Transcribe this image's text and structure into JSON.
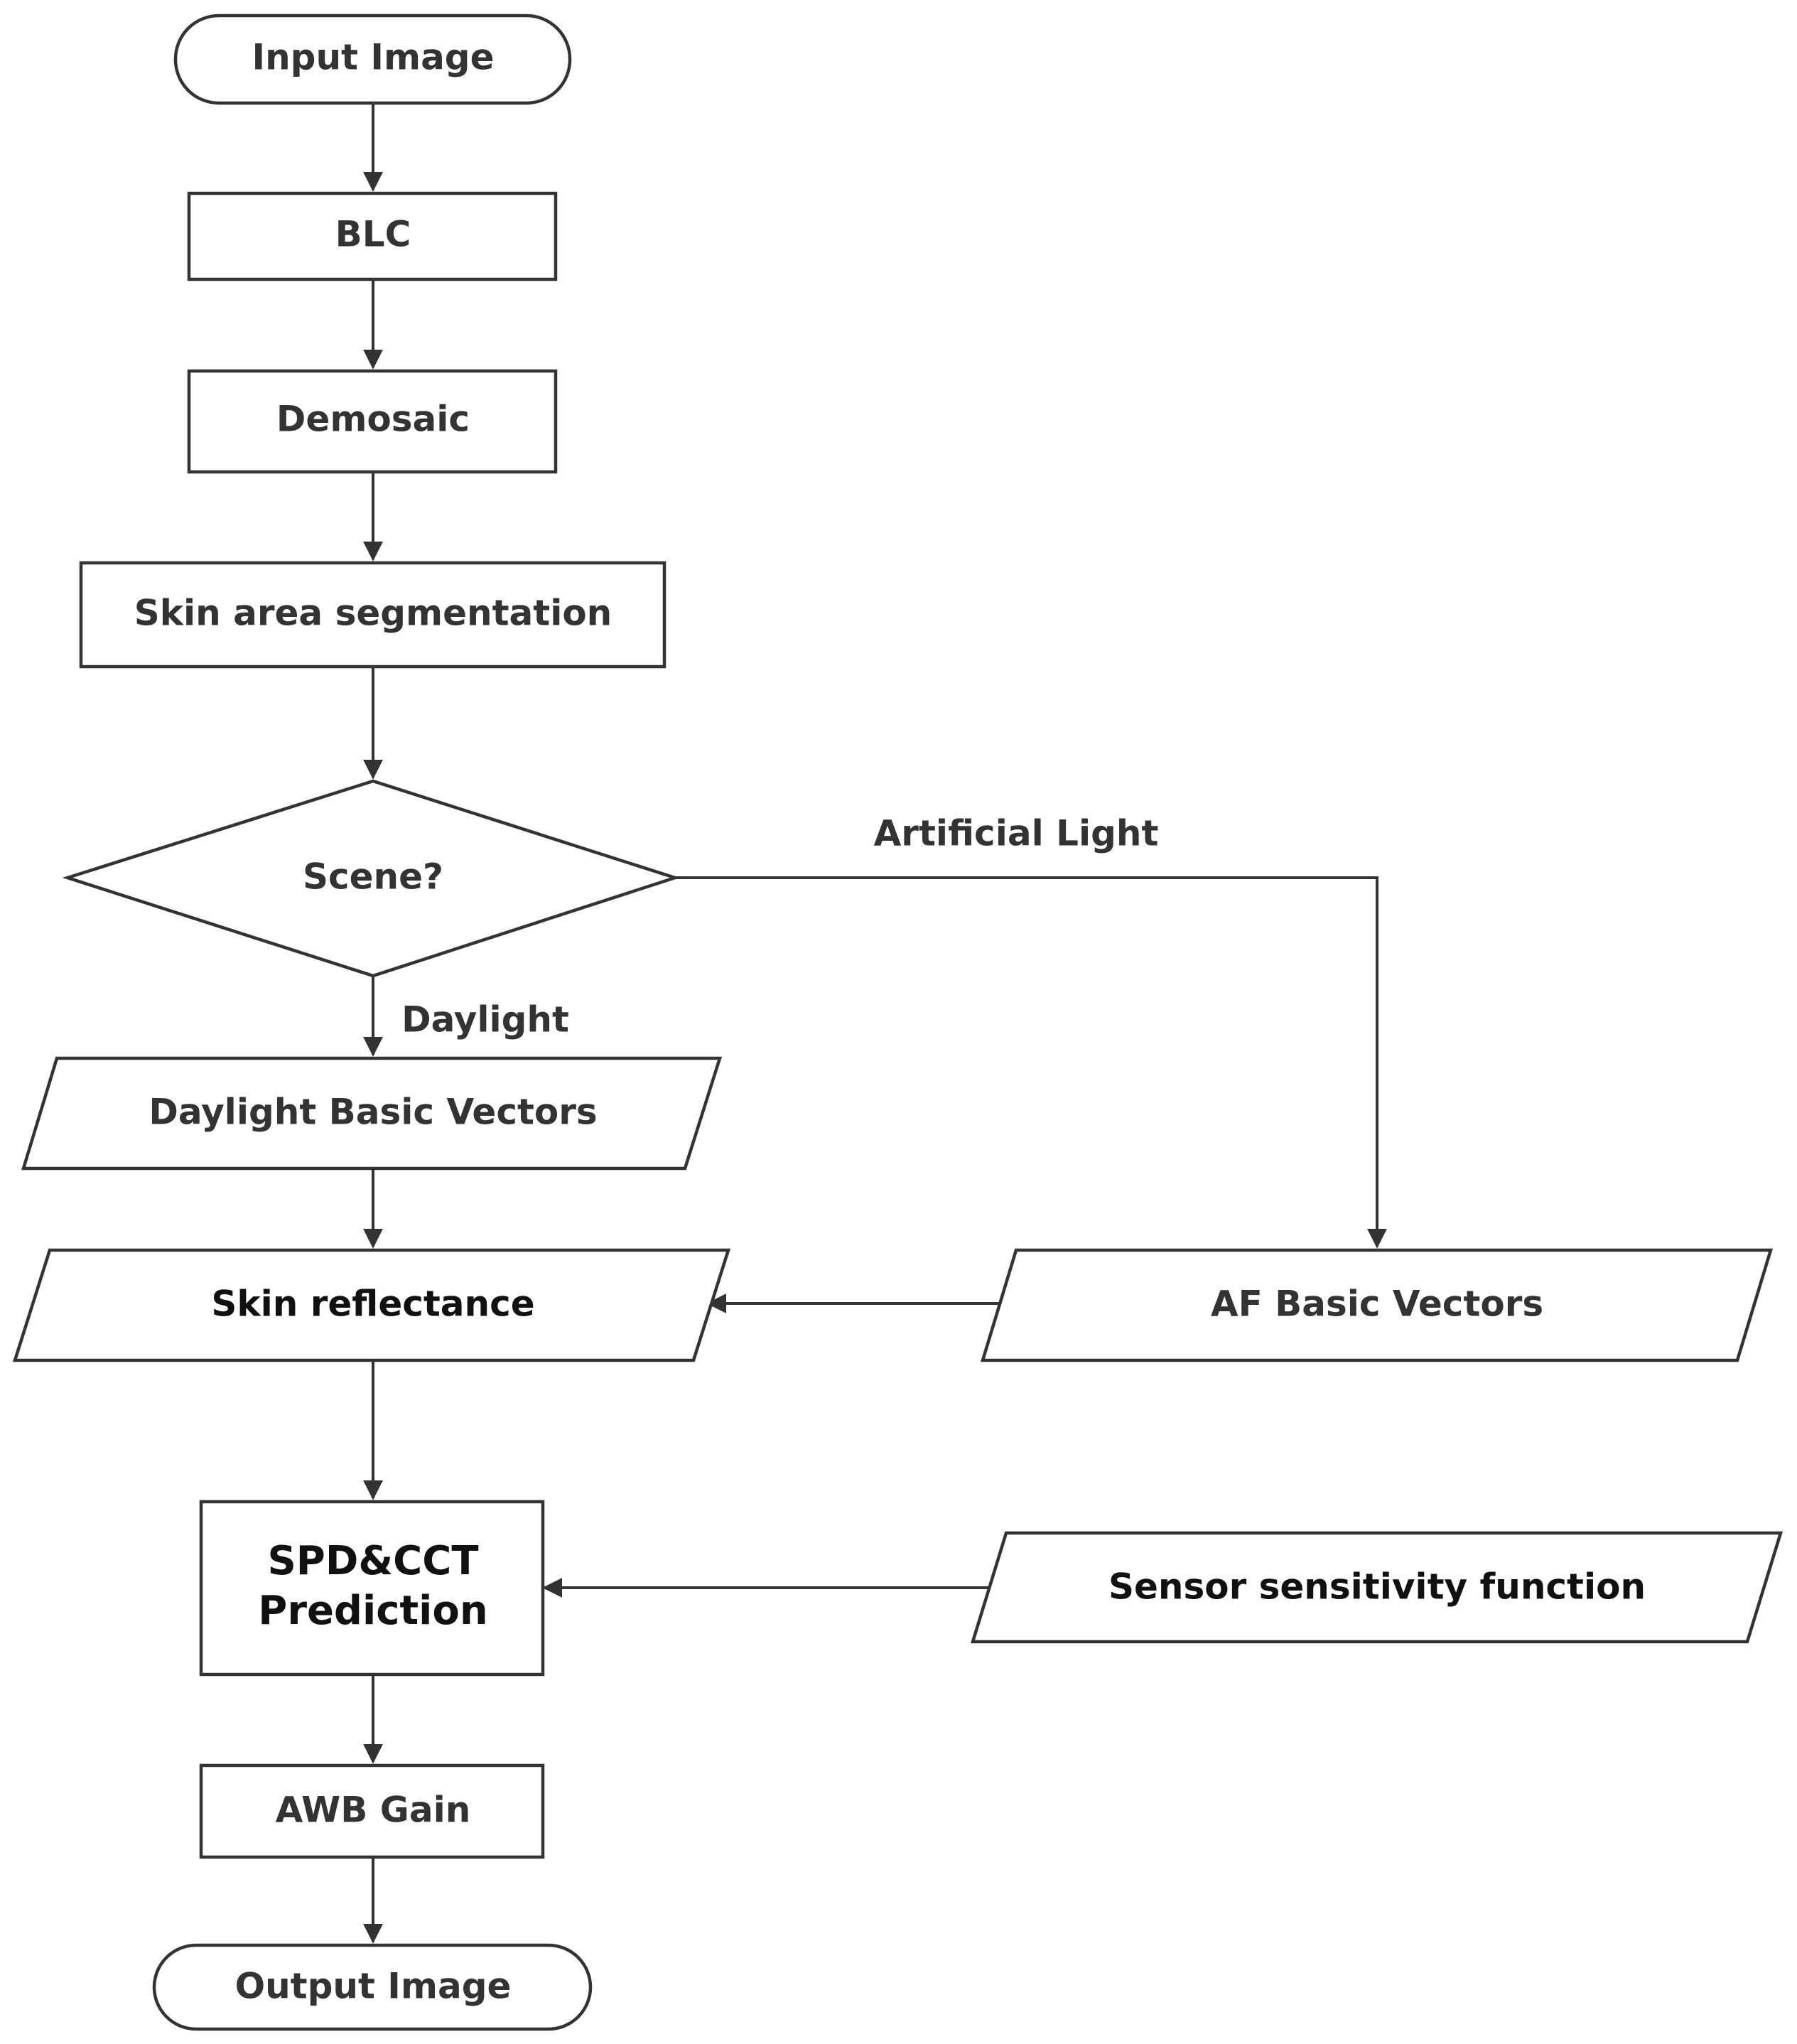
{
  "nodes": {
    "input_image": "Input Image",
    "blc": "BLC",
    "demosaic": "Demosaic",
    "skin_area_segmentation": "Skin area segmentation",
    "scene": "Scene?",
    "daylight_basic_vectors": "Daylight Basic Vectors",
    "skin_reflectance": "Skin reflectance",
    "af_basic_vectors": "AF Basic Vectors",
    "spd_cct_prediction": [
      "SPD&CCT",
      "Prediction"
    ],
    "sensor_sensitivity_function": "Sensor sensitivity function",
    "awb_gain": "AWB Gain",
    "output_image": "Output Image"
  },
  "edge_labels": {
    "artificial_light": "Artificial Light",
    "daylight": "Daylight"
  },
  "colors": {
    "stroke": "#333333",
    "text": "#333333",
    "text_dark": "#111111",
    "background": "#ffffff"
  }
}
